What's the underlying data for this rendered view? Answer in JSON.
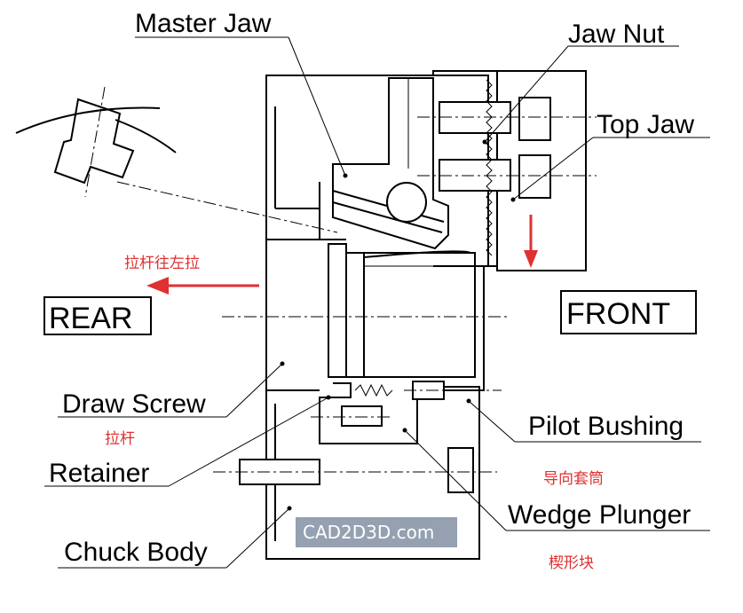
{
  "labels": {
    "master_jaw": "Master Jaw",
    "jaw_nut": "Jaw Nut",
    "top_jaw": "Top Jaw",
    "rear": "REAR",
    "front": "FRONT",
    "draw_screw": "Draw Screw",
    "retainer": "Retainer",
    "pilot_bushing": "Pilot Bushing",
    "wedge_plunger": "Wedge Plunger",
    "chuck_body": "Chuck Body"
  },
  "cn_labels": {
    "pull_left": "拉杆往左拉",
    "draw_rod": "拉杆",
    "guide_sleeve": "导向套筒",
    "wedge_block": "楔形块"
  },
  "watermark": "CAD2D3D.com",
  "colors": {
    "accent_red": "#e03030",
    "line": "#000000",
    "watermark_bg": "#8a96a8"
  },
  "icons": {
    "rear_arrow": "arrow-left-icon",
    "down_arrow": "arrow-down-icon"
  }
}
